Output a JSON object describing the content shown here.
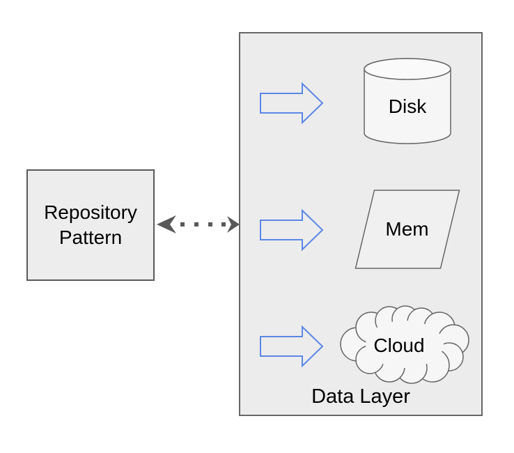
{
  "diagram": {
    "repository_node": {
      "label": "Repository Pattern"
    },
    "data_layer_group": {
      "label": "Data Layer",
      "nodes": [
        {
          "label": "Disk",
          "shape": "cylinder"
        },
        {
          "label": "Mem",
          "shape": "parallelogram"
        },
        {
          "label": "Cloud",
          "shape": "cloud"
        }
      ]
    },
    "connector": {
      "type": "bidirectional dotted arrow",
      "dots": 4
    },
    "colors": {
      "background": "#ffffff",
      "group_fill": "#ececec",
      "node_fill": "#ededed",
      "shape_fill": "#f6f6f6",
      "shape_border": "#666666",
      "box_border": "#58595b",
      "arrow_blue": "#5b87e5",
      "connector_gray": "#595959",
      "text": "#000000"
    }
  }
}
